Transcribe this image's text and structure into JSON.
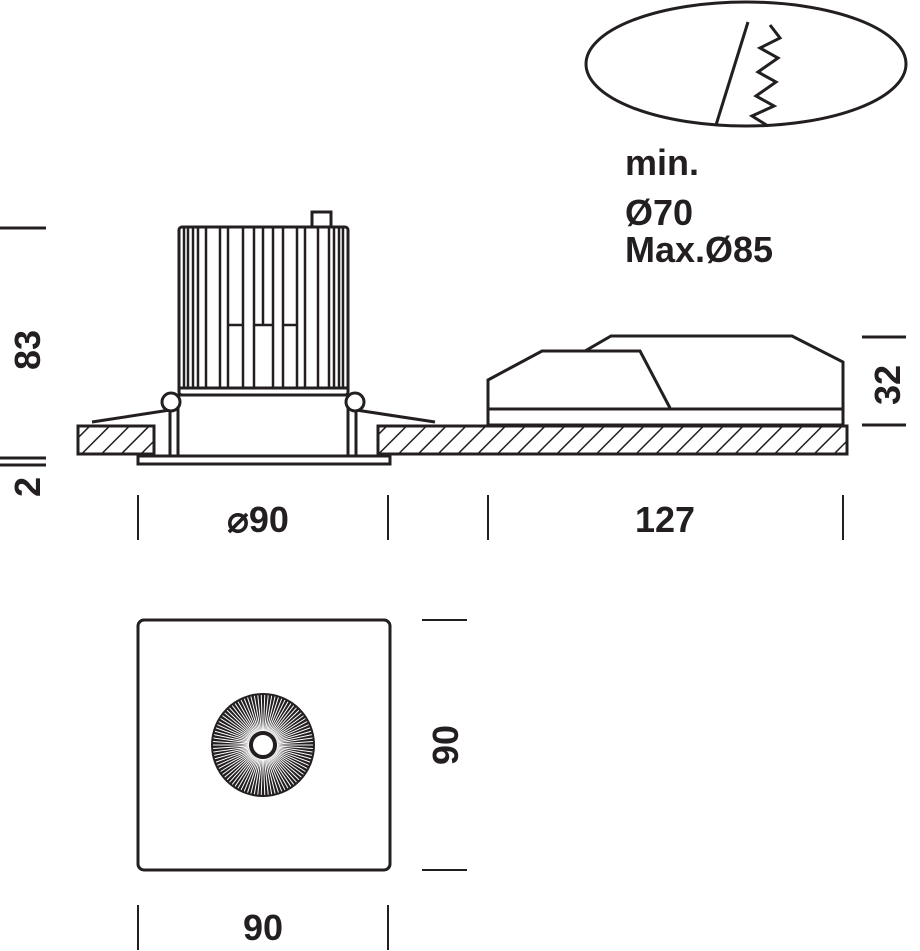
{
  "cutout_note": {
    "line1": "min.",
    "line2": "Ø70",
    "line3": "Max.Ø85"
  },
  "side_view": {
    "height_label": "83",
    "trim_thickness_label": "2",
    "driver_height_label": "32",
    "diameter_label": "⌀90",
    "driver_length_label": "127"
  },
  "bottom_view": {
    "height_label": "90",
    "width_label": "90"
  },
  "colors": {
    "line": "#231f20"
  }
}
